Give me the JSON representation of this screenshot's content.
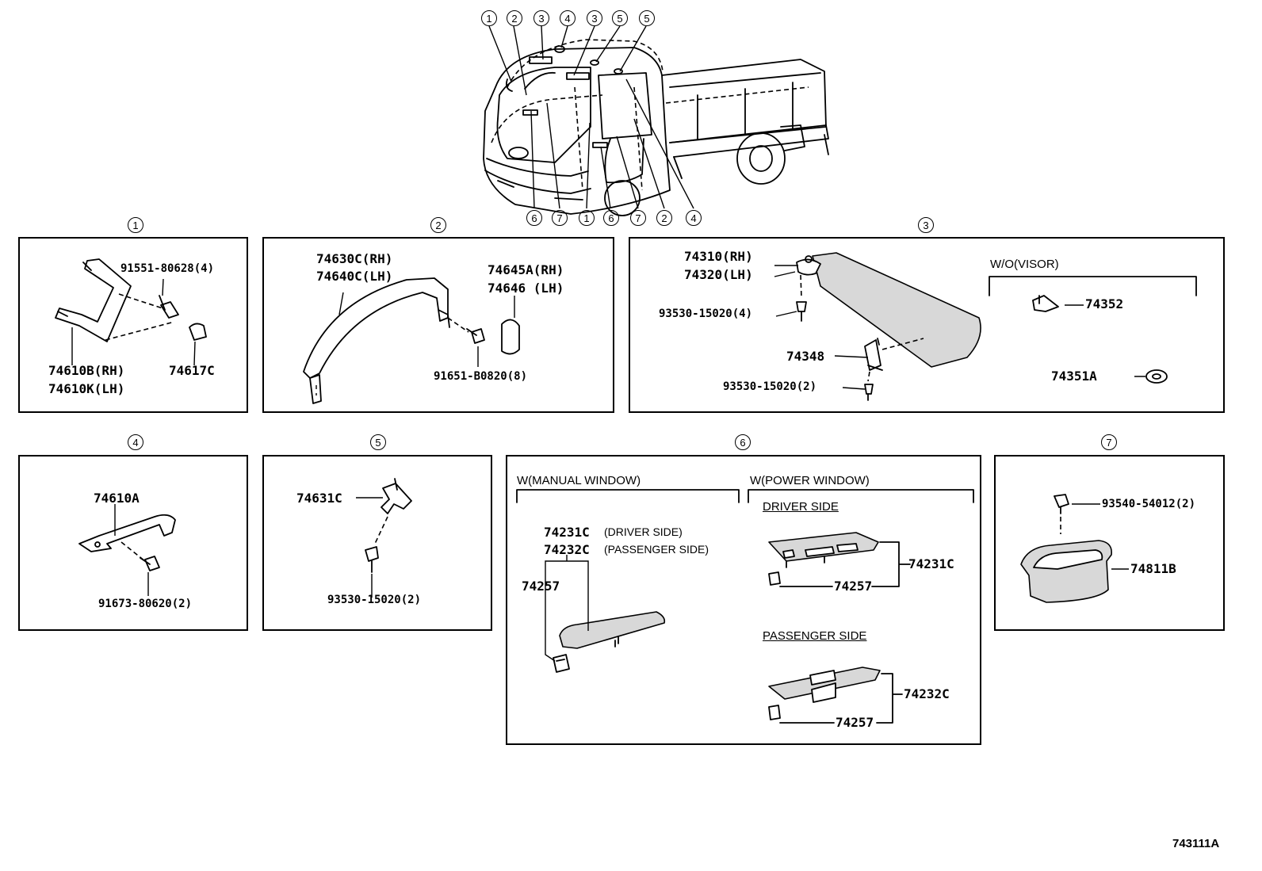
{
  "truck_callouts_top": [
    "1",
    "2",
    "3",
    "4",
    "3",
    "5",
    "5"
  ],
  "truck_callouts_bottom": [
    "6",
    "7",
    "1",
    "6",
    "7",
    "2",
    "4"
  ],
  "sections": {
    "s1": {
      "num": "1",
      "bolt": "91551-80628(4)",
      "handle_rh": "74610B(RH)",
      "handle_lh": "74610K(LH)",
      "cap": "74617C"
    },
    "s2": {
      "num": "2",
      "grip_rh": "74630C(RH)",
      "grip_lh": "74640C(LH)",
      "cover_rh": "74645A(RH)",
      "cover_lh": "74646  (LH)",
      "bolt": "91651-B0820(8)"
    },
    "s3": {
      "num": "3",
      "visor_rh": "74310(RH)",
      "visor_lh": "74320(LH)",
      "screw_a": "93530-15020(4)",
      "holder": "74348",
      "screw_b": "93530-15020(2)",
      "wo_visor": "W/O(VISOR)",
      "clip": "74352",
      "plug": "74351A"
    },
    "s4": {
      "num": "4",
      "grip": "74610A",
      "bolt": "91673-80620(2)"
    },
    "s5": {
      "num": "5",
      "bracket": "74631C",
      "screw": "93530-15020(2)"
    },
    "s6": {
      "num": "6",
      "manual_title": "W(MANUAL WINDOW)",
      "manual_driver": "74231C",
      "manual_driver_note": "(DRIVER SIDE)",
      "manual_passenger": "74232C",
      "manual_passenger_note": "(PASSENGER SIDE)",
      "manual_clip": "74257",
      "power_title": "W(POWER WINDOW)",
      "driver_side": "DRIVER SIDE",
      "power_driver": "74231C",
      "power_driver_clip": "74257",
      "passenger_side": "PASSENGER SIDE",
      "power_passenger": "74232C",
      "power_passenger_clip": "74257"
    },
    "s7": {
      "num": "7",
      "screw": "93540-54012(2)",
      "pocket": "74811B"
    }
  },
  "figure_code": "743111A"
}
